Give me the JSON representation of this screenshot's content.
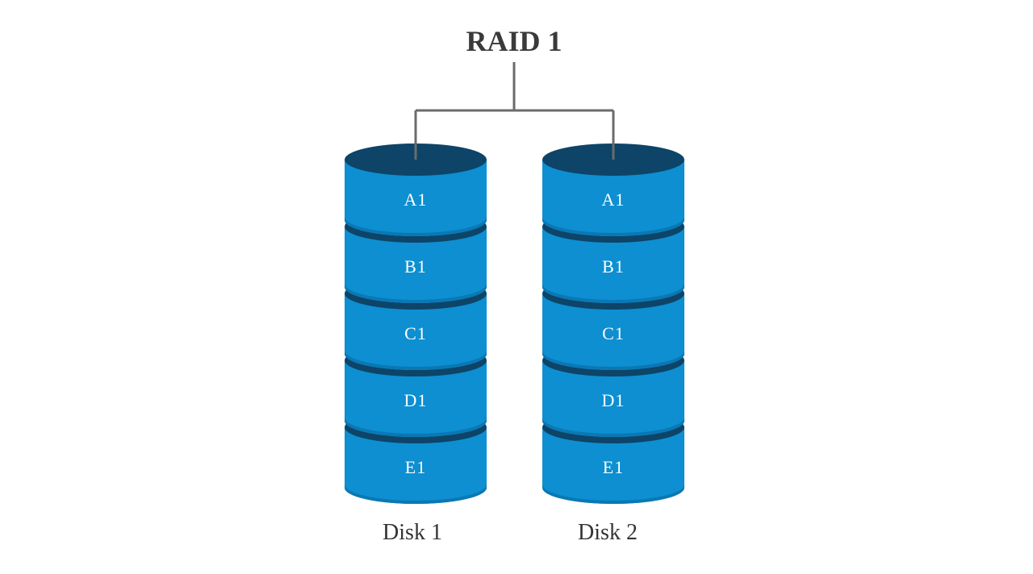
{
  "title": "RAID 1",
  "colors": {
    "cylinder_side": "#0d8fd1",
    "cylinder_side_dark": "#0a78b3",
    "cylinder_top": "#0d4468",
    "connector": "#6b6b6b",
    "label_text": "#ffffff"
  },
  "disks": [
    {
      "label": "Disk 1",
      "blocks": [
        "A1",
        "B1",
        "C1",
        "D1",
        "E1"
      ]
    },
    {
      "label": "Disk 2",
      "blocks": [
        "A1",
        "B1",
        "C1",
        "D1",
        "E1"
      ]
    }
  ]
}
